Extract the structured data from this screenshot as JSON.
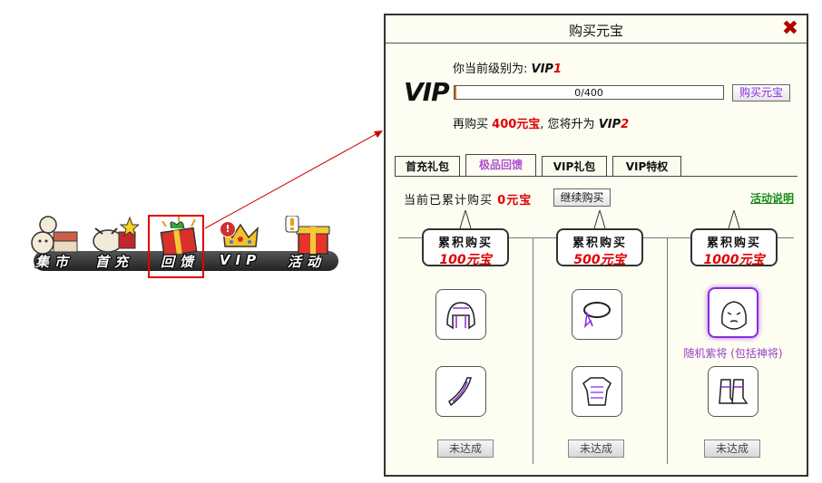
{
  "toolbar": {
    "items": [
      {
        "label": "集市"
      },
      {
        "label": "首充"
      },
      {
        "label": "回馈"
      },
      {
        "label": "VIP"
      },
      {
        "label": "活动"
      }
    ],
    "vip_badge": "!"
  },
  "dialog": {
    "title": "购买元宝",
    "close_glyph": "✖",
    "level_label": "你当前级别为:",
    "level_value": "VIP",
    "level_num": "1",
    "vip_logo": "VIP",
    "progress_text": "0/400",
    "progress_fraction": 0.005,
    "buy_button": "购买元宝",
    "upgrade_prefix": "再购买",
    "upgrade_amount": "400元宝",
    "upgrade_middle": ", 您将升为",
    "upgrade_vip": "VIP",
    "upgrade_vip_num": "2",
    "tabs": [
      {
        "label": "首充礼包",
        "active": false
      },
      {
        "label": "极品回馈",
        "active": true
      },
      {
        "label": "VIP礼包",
        "active": false
      },
      {
        "label": "VIP特权",
        "active": false
      }
    ],
    "total_prefix": "当前已累计购买",
    "total_amount": "0元宝",
    "continue_button": "继续购买",
    "help_link": "活动说明",
    "tiers": [
      {
        "title": "累积购买",
        "amount": "100元宝",
        "status": "未达成",
        "caption": ""
      },
      {
        "title": "累积购买",
        "amount": "500元宝",
        "status": "未达成",
        "caption": ""
      },
      {
        "title": "累积购买",
        "amount": "1000元宝",
        "status": "未达成",
        "caption": "随机紫将 (包括神将)"
      }
    ]
  }
}
